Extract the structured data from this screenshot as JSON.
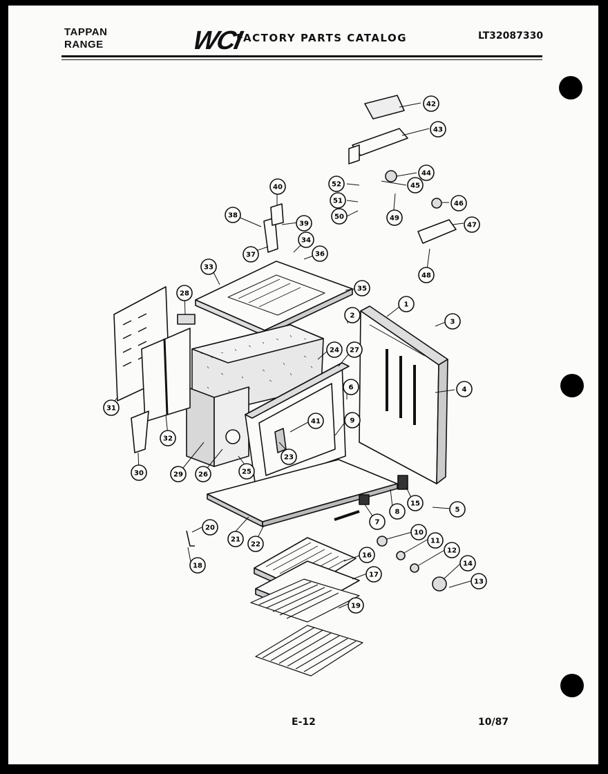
{
  "header": {
    "brand_line1": "TAPPAN",
    "brand_line2": "RANGE",
    "logo": "WCI",
    "catalog_title": "FACTORY PARTS CATALOG",
    "model_number": "LT32087330"
  },
  "footer": {
    "page_code": "E-12",
    "date": "10/87"
  },
  "callouts": [
    "1",
    "2",
    "3",
    "4",
    "5",
    "6",
    "7",
    "8",
    "9",
    "10",
    "11",
    "12",
    "13",
    "14",
    "15",
    "16",
    "17",
    "18",
    "19",
    "20",
    "21",
    "22",
    "23",
    "24",
    "25",
    "26",
    "27",
    "28",
    "29",
    "30",
    "31",
    "32",
    "33",
    "34",
    "35",
    "36",
    "37",
    "38",
    "39",
    "40",
    "41",
    "42",
    "43",
    "44",
    "45",
    "46",
    "47",
    "48",
    "49",
    "50",
    "51",
    "52"
  ],
  "colors": {
    "ink": "#111111",
    "paper": "#fbfbfa",
    "background": "#000000"
  }
}
